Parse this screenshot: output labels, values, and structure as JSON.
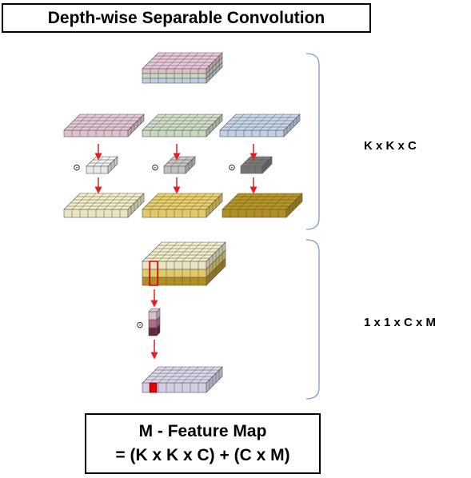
{
  "title": "Depth-wise Separable Convolution",
  "labels": {
    "depthwise": "K x K x C",
    "pointwise": "1 x 1 x C x M"
  },
  "formula": {
    "line1": "M - Feature Map",
    "line2": "= (K x K x C) + (C x M)"
  },
  "colors": {
    "pink": "#e8c8d8",
    "green": "#d2e2c6",
    "blue": "#c8d8ec",
    "white_filter": "#f2f2f2",
    "grey_filter": "#c8c8c8",
    "dark_filter": "#7a7a7a",
    "cream": "#f4efc8",
    "gold": "#ecd26a",
    "dark_gold": "#b89420",
    "lavender": "#ddd6ee",
    "arrow": "#e02020",
    "bracket": "#7f9cc8",
    "highlight": "#e00000",
    "plum_light": "#e0c8d8",
    "plum_mid": "#b07090",
    "plum_dark": "#6a2848"
  },
  "symbols": {
    "convolve": "⊙"
  }
}
